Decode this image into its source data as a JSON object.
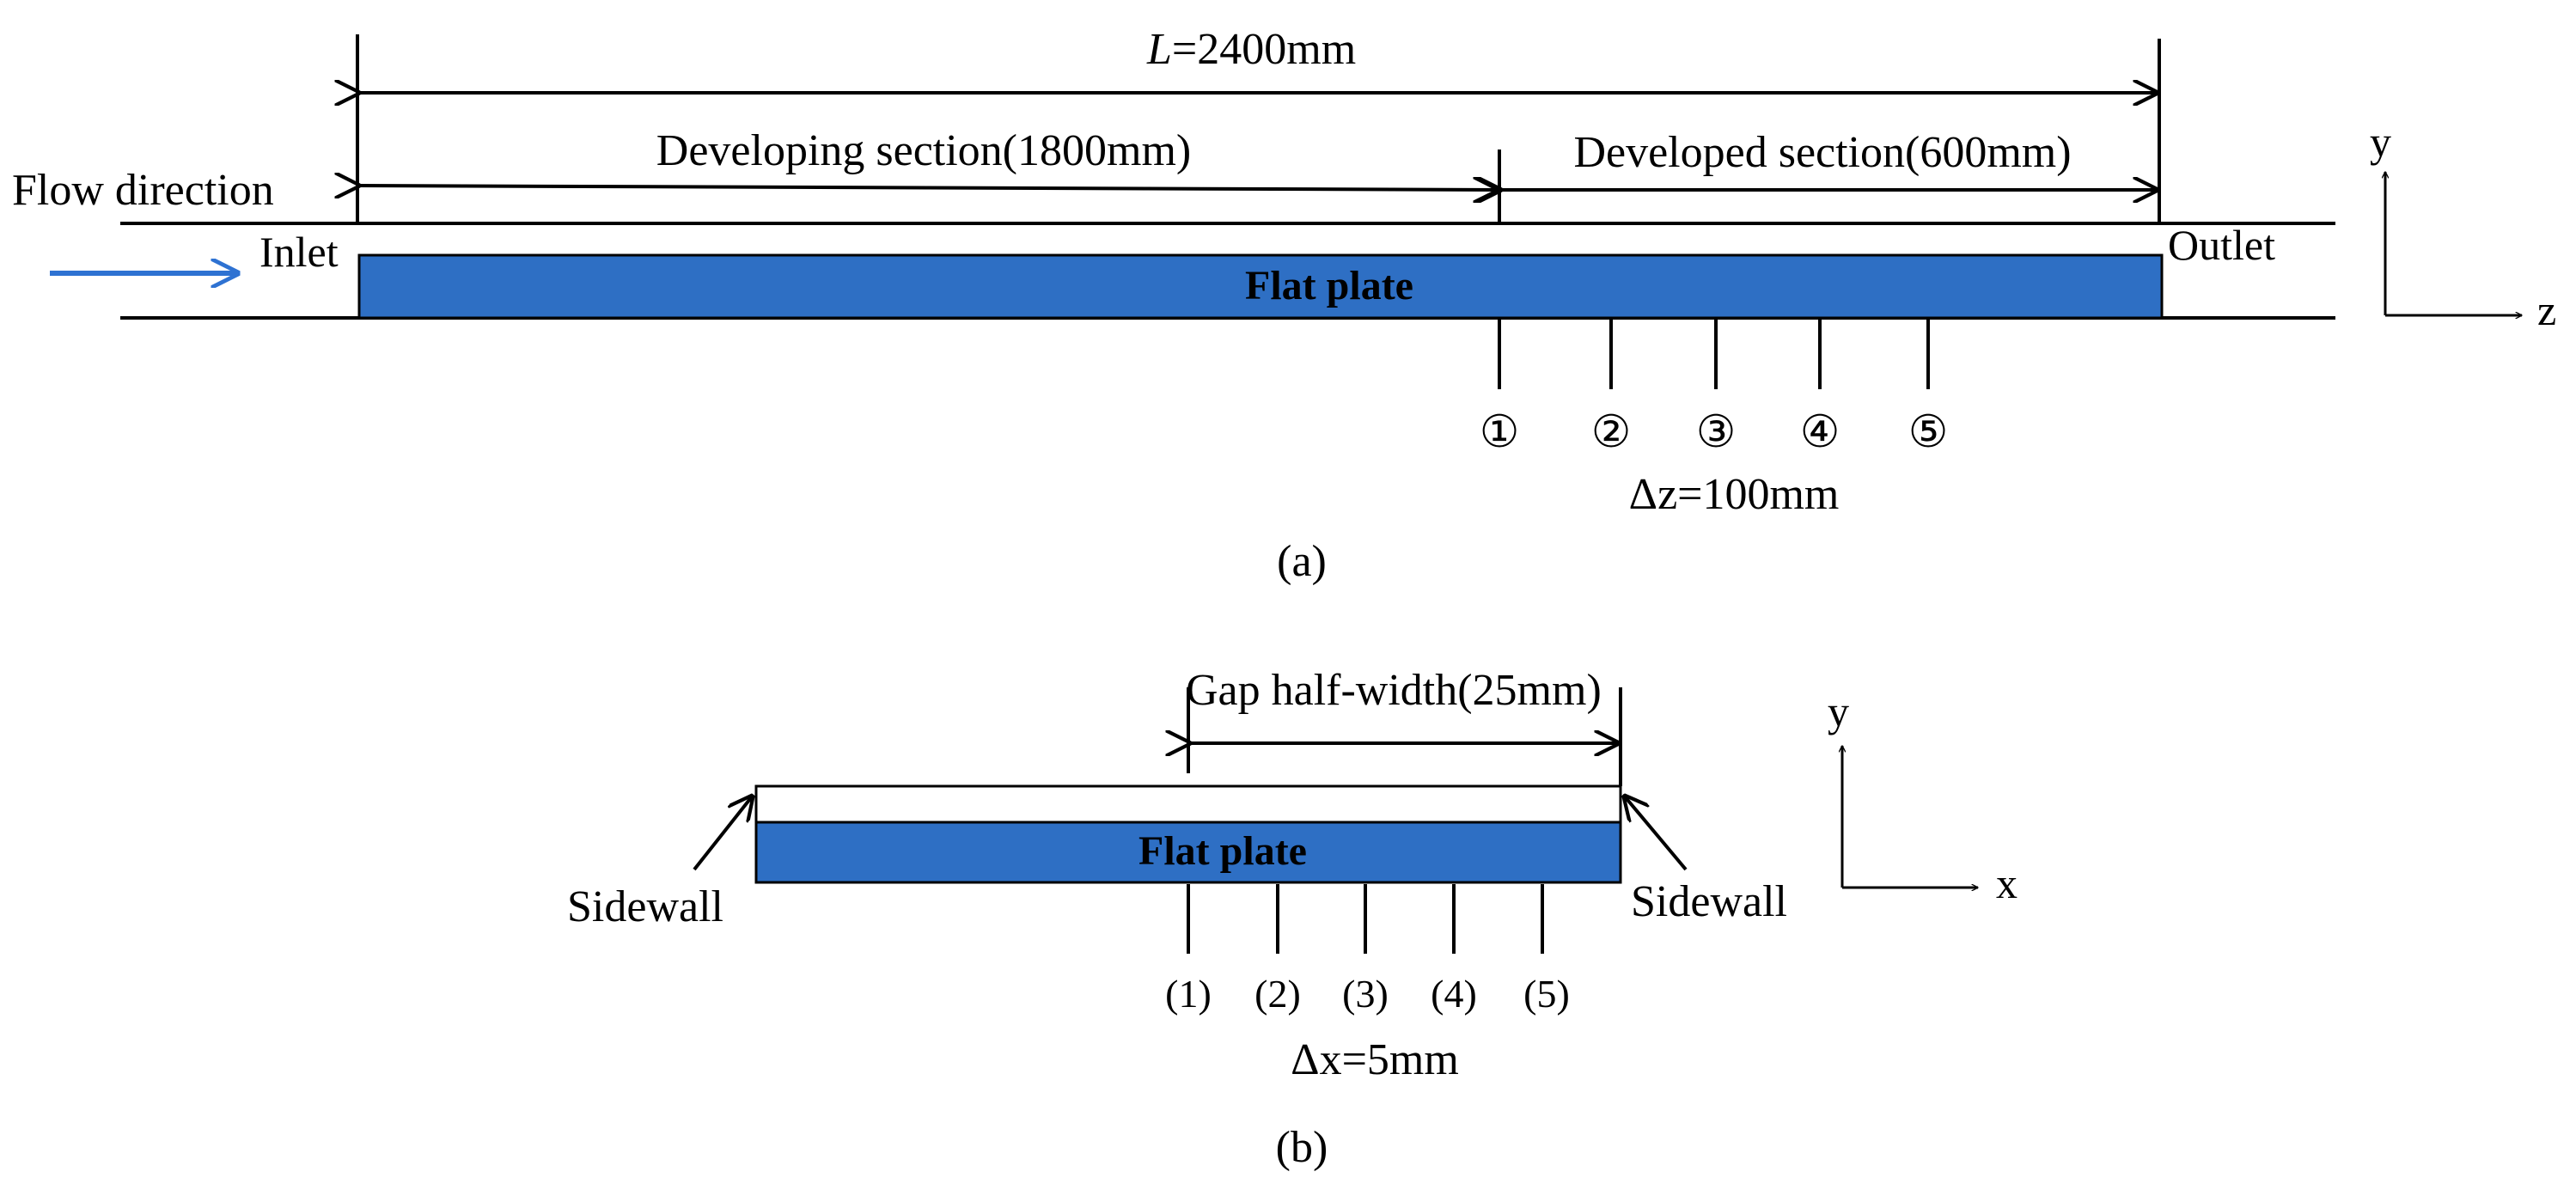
{
  "panel_a": {
    "length_symbol": "L",
    "length_value": "=2400mm",
    "developing_label": "Developing section(1800mm)",
    "developed_label": "Developed section(600mm)",
    "flow_label": "Flow direction",
    "inlet_label": "Inlet",
    "outlet_label": "Outlet",
    "plate_label": "Flat plate",
    "probes": [
      "①",
      "②",
      "③",
      "④",
      "⑤"
    ],
    "spacing_label": "Δz=100mm",
    "axis_y": "y",
    "axis_z": "z",
    "caption": "(a)"
  },
  "panel_b": {
    "gap_label": "Gap half-width(25mm)",
    "sidewall_left": "Sidewall",
    "sidewall_right": "Sidewall",
    "plate_label": "Flat plate",
    "probes": [
      "(1)",
      "(2)",
      "(3)",
      "(4)",
      "(5)"
    ],
    "spacing_label": "Δx=5mm",
    "axis_y": "y",
    "axis_x": "x",
    "caption": "(b)"
  },
  "colors": {
    "plate_fill": "#2e6fc4",
    "flow_arrow": "#2e72d2",
    "line": "#000000"
  }
}
